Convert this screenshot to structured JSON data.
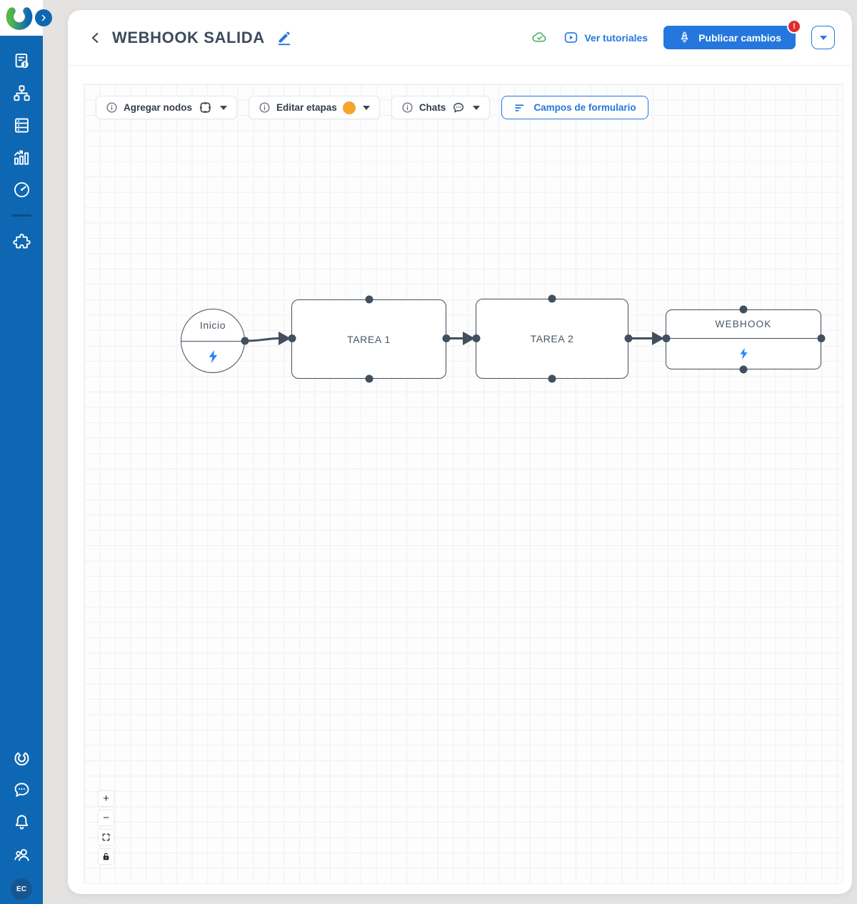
{
  "header": {
    "title": "WEBHOOK SALIDA",
    "tutorials_label": "Ver tutoriales",
    "publish_label": "Publicar cambios",
    "publish_badge": "!"
  },
  "toolbar": {
    "add_nodes_label": "Agregar nodos",
    "edit_stages_label": "Editar etapas",
    "chats_label": "Chats",
    "form_fields_label": "Campos de formulario"
  },
  "canvas": {
    "nodes": [
      {
        "id": "inicio",
        "type": "start",
        "label": "Inicio"
      },
      {
        "id": "tarea-1",
        "type": "task",
        "label": "TAREA 1"
      },
      {
        "id": "tarea-2",
        "type": "task",
        "label": "TAREA 2"
      },
      {
        "id": "webhook",
        "type": "webhook",
        "label": "WEBHOOK"
      }
    ],
    "edges": [
      {
        "from": "inicio",
        "to": "tarea-1"
      },
      {
        "from": "tarea-1",
        "to": "tarea-2"
      },
      {
        "from": "tarea-2",
        "to": "webhook"
      }
    ],
    "zoom_controls": {
      "zoom_in": "+",
      "zoom_out": "−"
    }
  },
  "sidebar": {
    "avatar_initials": "EC",
    "icons": [
      "reports-icon",
      "workflow-icon",
      "database-icon",
      "analytics-icon",
      "dashboard-icon",
      "integrations-icon"
    ],
    "bottom_icons": [
      "brand-icon",
      "chat-icon",
      "notifications-icon",
      "users-icon"
    ]
  },
  "icons": {
    "saved_cloud": "cloud-check",
    "tutorials": "play-video",
    "publish": "rocket",
    "edit_title": "pencil-underline",
    "add_nodes": "node-square",
    "chats": "chat-bubble-dots",
    "form_fields": "filter-lines",
    "zoom_fit": "corner-brackets",
    "zoom_lock": "padlock-open"
  },
  "colors": {
    "sidebar_blue": "#0e67b2",
    "accent_blue": "#2577dd",
    "node_border": "#424f5e",
    "bolt_blue": "#2684fc",
    "stage_orange": "#f6a42c",
    "saved_green": "#46a758",
    "badge_red": "#e02b2b"
  }
}
